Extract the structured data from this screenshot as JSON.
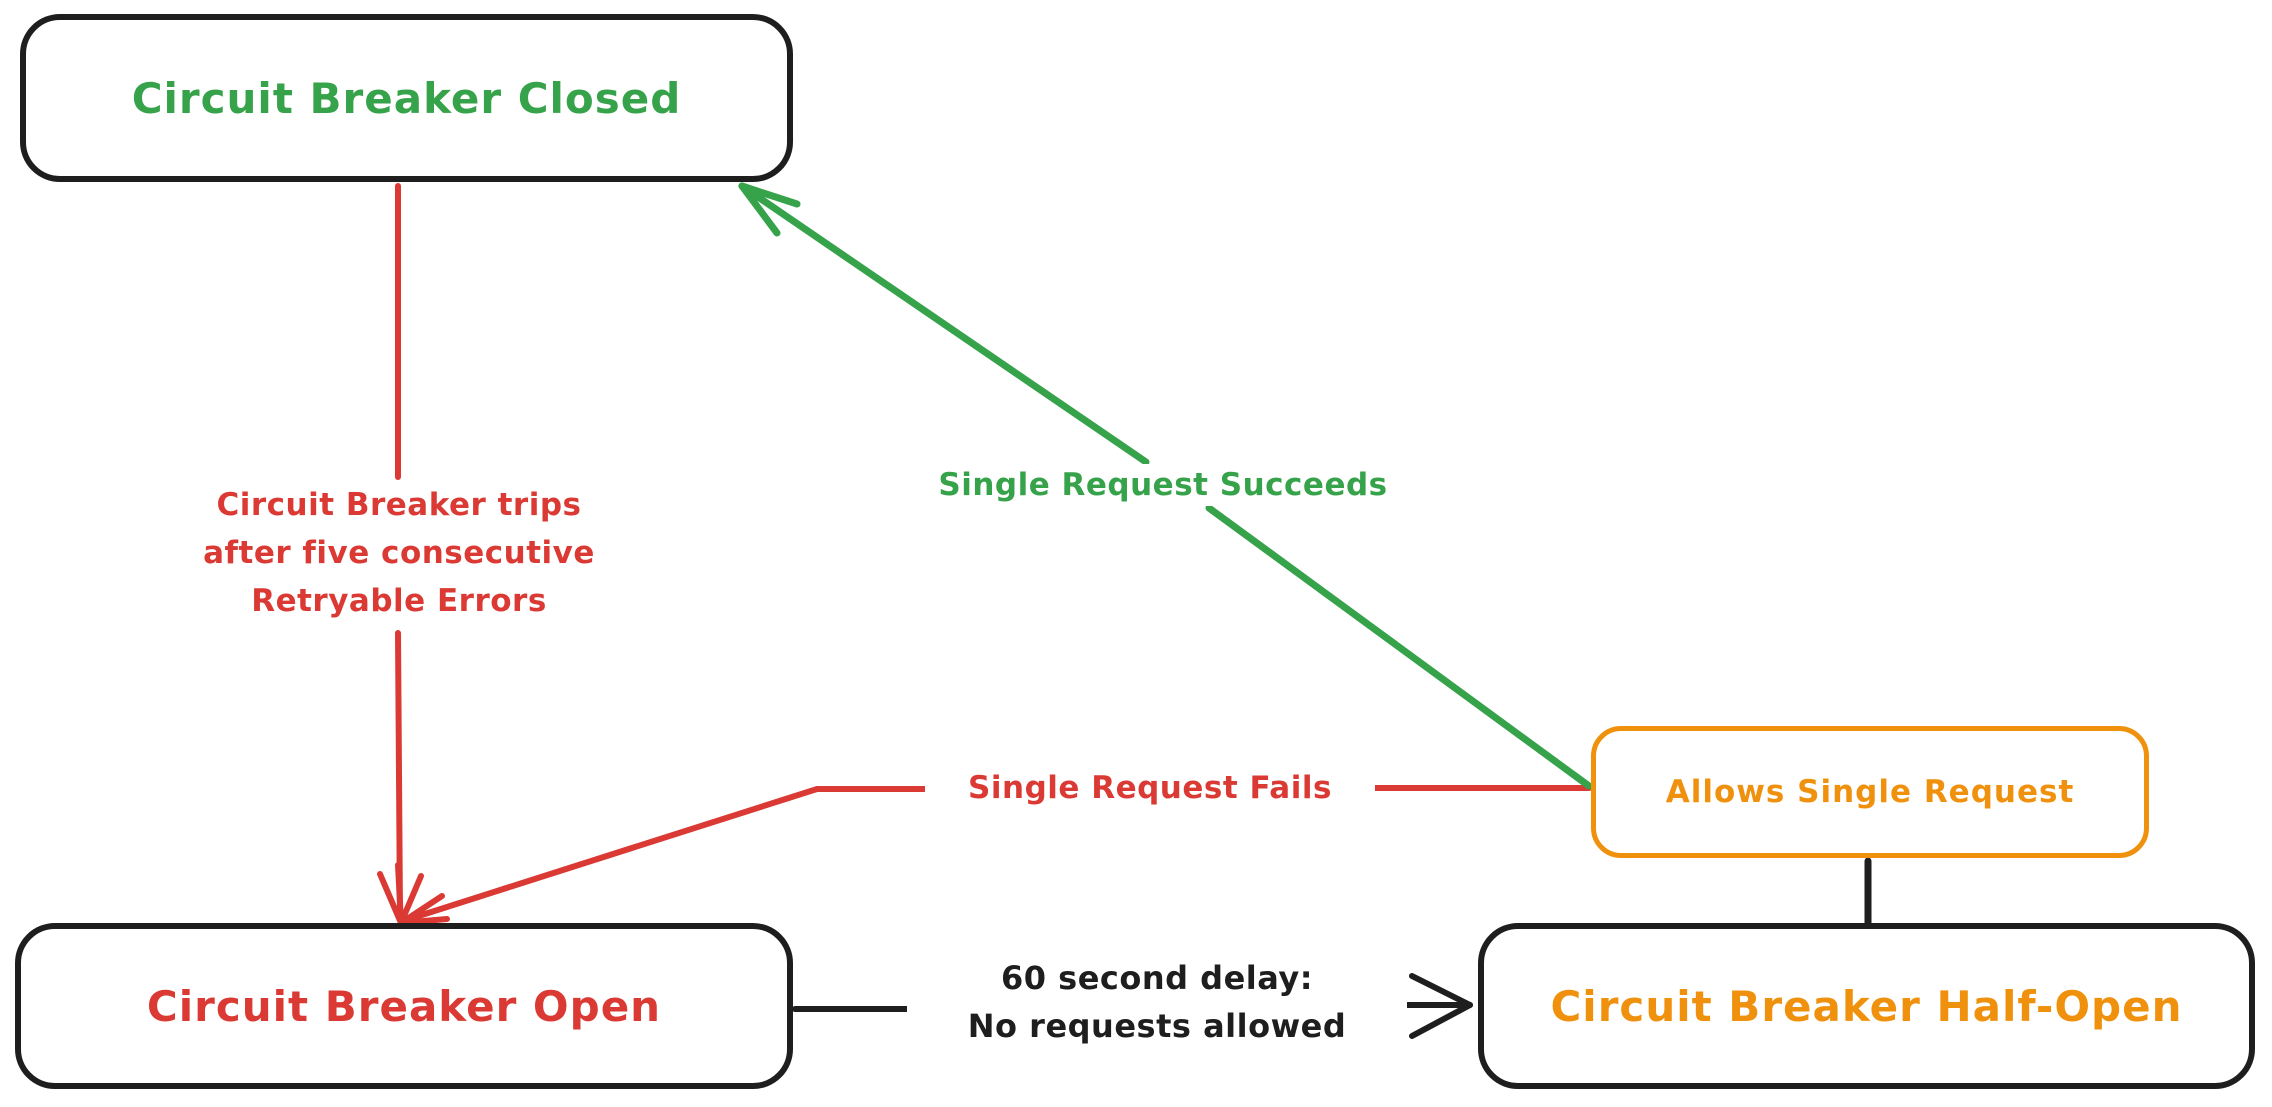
{
  "diagram": {
    "kind": "state-diagram",
    "subject": "Circuit Breaker states",
    "colors": {
      "green": "#36a24a",
      "red": "#da3a33",
      "orange": "#f0910e",
      "ink": "#1e1e1e",
      "background": "#ffffff"
    },
    "nodes": [
      {
        "id": "closed",
        "label": "Circuit Breaker Closed",
        "text_color": "#36a24a",
        "border_color": "#1e1e1e"
      },
      {
        "id": "open",
        "label": "Circuit Breaker Open",
        "text_color": "#da3a33",
        "border_color": "#1e1e1e"
      },
      {
        "id": "half_open",
        "label": "Circuit Breaker Half-Open",
        "text_color": "#f0910e",
        "border_color": "#1e1e1e"
      },
      {
        "id": "allows",
        "label": "Allows Single Request",
        "text_color": "#f0910e",
        "border_color": "#f0910e"
      }
    ],
    "edges": [
      {
        "id": "trip",
        "from": "closed",
        "to": "open",
        "color": "#da3a33",
        "label_lines": [
          "Circuit Breaker trips",
          "after five consecutive",
          "Retryable Errors"
        ]
      },
      {
        "id": "succeeds",
        "from": "allows",
        "to": "closed",
        "color": "#36a24a",
        "label": "Single Request Succeeds"
      },
      {
        "id": "fails",
        "from": "allows",
        "to": "open",
        "color": "#da3a33",
        "label": "Single Request Fails"
      },
      {
        "id": "delay",
        "from": "open",
        "to": "half_open",
        "color": "#1e1e1e",
        "label_lines": [
          "60 second delay:",
          "No requests allowed"
        ]
      },
      {
        "id": "connector",
        "from": "allows",
        "to": "half_open",
        "color": "#1e1e1e",
        "label": ""
      }
    ]
  }
}
